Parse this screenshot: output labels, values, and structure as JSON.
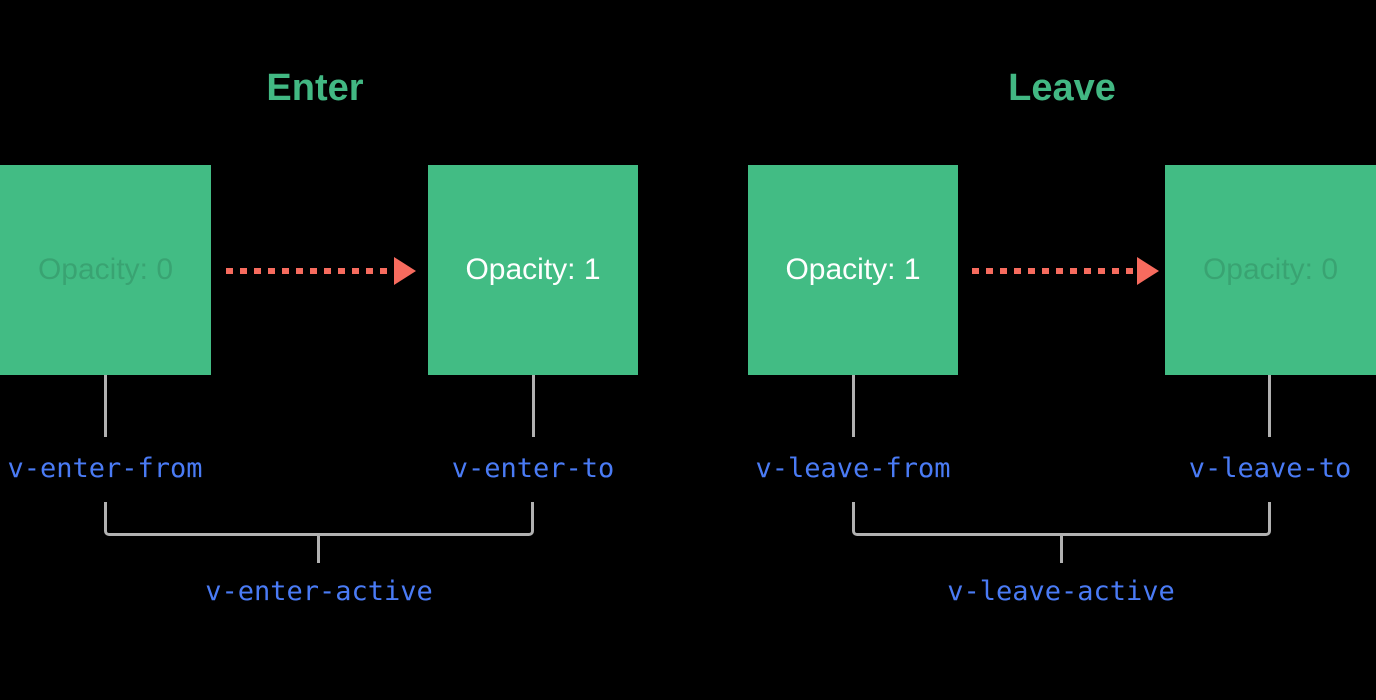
{
  "enter": {
    "title": "Enter",
    "from_box_label": "Opacity: 0",
    "to_box_label": "Opacity: 1",
    "from_class": "v-enter-from",
    "to_class": "v-enter-to",
    "active_class": "v-enter-active"
  },
  "leave": {
    "title": "Leave",
    "from_box_label": "Opacity: 1",
    "to_box_label": "Opacity: 0",
    "from_class": "v-leave-from",
    "to_class": "v-leave-to",
    "active_class": "v-leave-active"
  },
  "colors": {
    "background": "#000000",
    "vue_green": "#42b883",
    "box_green": "#42bc84",
    "arrow_red": "#f76b5e",
    "connector_gray": "#b1b1b1",
    "class_label_blue": "#4a7bf5"
  }
}
